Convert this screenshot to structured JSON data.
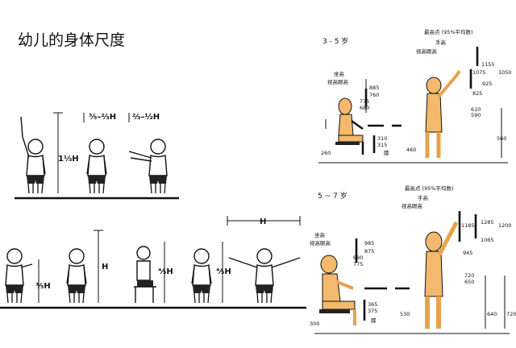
{
  "title": "幼儿的身体尺度",
  "colors": {
    "skin": "#f4b96c",
    "skin_dark": "#e8a24c",
    "shorts": "#222222",
    "line": "#111111"
  },
  "left_figures": {
    "row1": [
      {
        "label": "1⅓H"
      },
      {
        "label": "⅗–⅔H"
      },
      {
        "label": "⅔–½H"
      }
    ],
    "row2": [
      {
        "label": "⅗H"
      },
      {
        "label": "H"
      },
      {
        "label": "⅘H"
      },
      {
        "label": "⅘H"
      },
      {
        "label": "H"
      }
    ]
  },
  "panel_3_5": {
    "age": "3 - 5 岁",
    "reach_labels": [
      "最高点 (95%平均数)",
      "手高",
      "视高眼高"
    ],
    "seat_labels": [
      "坐高",
      "视高眼高"
    ],
    "numbers": {
      "eye_top": "885",
      "eye_mid": "760",
      "eye_low1": "775",
      "eye_low2": "680",
      "seat1": "310",
      "seat2": "315",
      "knee": "膝",
      "side": "460",
      "left": "260",
      "reach1": "1155",
      "reach2": "1050",
      "reach3": "1075",
      "reach4": "925",
      "reach5": "825",
      "shoulder1": "610",
      "shoulder2": "590",
      "stand": "560"
    }
  },
  "panel_5_7": {
    "age": "5 ~ 7 岁",
    "reach_labels": [
      "最高点 (95%平均数)",
      "手高",
      "视高眼高"
    ],
    "seat_labels": [
      "坐高",
      "视高眼高"
    ],
    "numbers": {
      "eye_top": "985",
      "eye_mid": "875",
      "eye_low1": "880",
      "eye_low2": "775",
      "seat1": "365",
      "seat2": "375",
      "knee": "膝",
      "side": "530",
      "left": "300",
      "reach1": "1185",
      "reach2": "1285",
      "reach3": "1065",
      "reach4": "945",
      "reach_right": "1200",
      "shoulder1": "720",
      "shoulder2": "650",
      "stand1": "640",
      "stand2": "720"
    }
  }
}
